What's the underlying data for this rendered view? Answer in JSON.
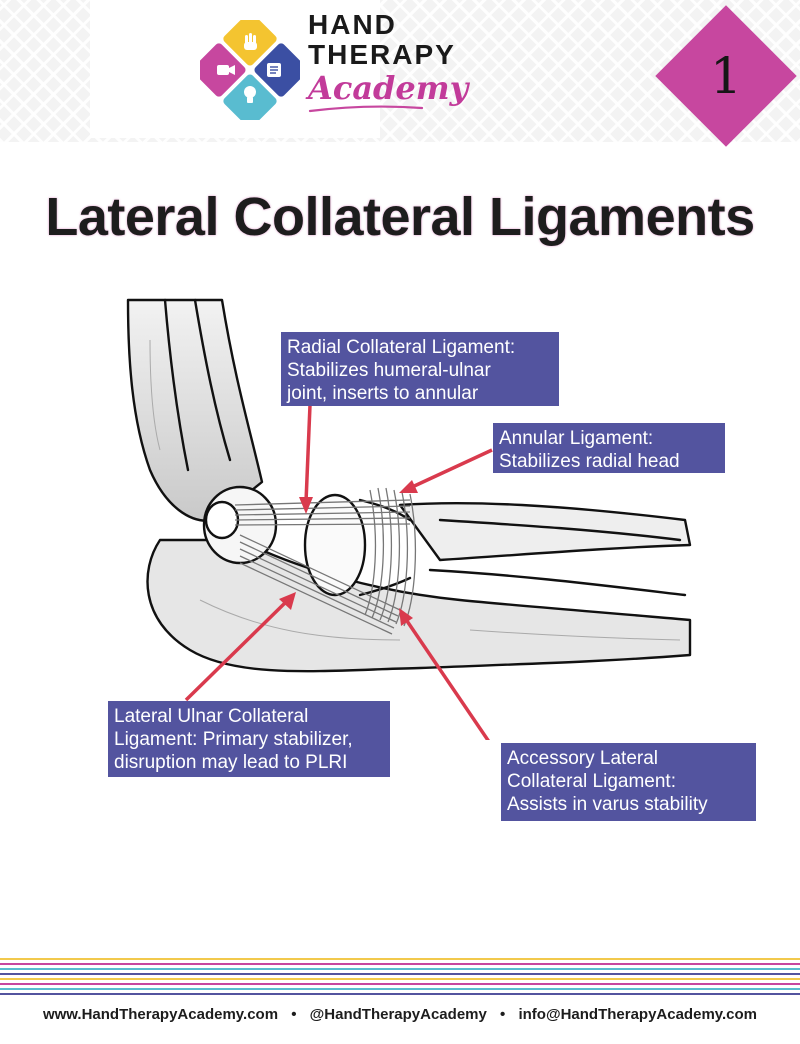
{
  "brand": {
    "line1": "HAND",
    "line2": "THERAPY",
    "line3": "Academy",
    "colors": {
      "yellow": "#f4c430",
      "blue": "#3b4fa3",
      "magenta": "#c7479f",
      "teal": "#59bcd0"
    },
    "icons": [
      "hand-icon",
      "book-icon",
      "lightbulb-icon",
      "video-camera-icon"
    ]
  },
  "page_number": "1",
  "title": "Lateral Collateral Ligaments",
  "callouts": {
    "radial_collateral": "Radial Collateral Ligament:\nStabilizes humeral-ulnar\njoint, inserts to annular",
    "annular": "Annular Ligament:\nStabilizes radial head",
    "lateral_ulnar": "Lateral Ulnar Collateral\nLigament: Primary stabilizer,\ndisruption may lead to PLRI",
    "accessory_lateral": "Accessory Lateral\nCollateral Ligament:\nAssists in varus stability"
  },
  "footer": {
    "website": "www.HandTherapyAcademy.com",
    "social": "@HandTherapyAcademy",
    "email": "info@HandTherapyAcademy.com",
    "separator": "•"
  },
  "colors": {
    "callout_bg": "#53549f",
    "arrow": "#d93a4d",
    "badge": "#c7479f",
    "stripes": [
      "#f2c94c",
      "#c7479f",
      "#59bcd0",
      "#53549f",
      "#f2c94c",
      "#c7479f",
      "#59bcd0",
      "#53549f"
    ]
  }
}
